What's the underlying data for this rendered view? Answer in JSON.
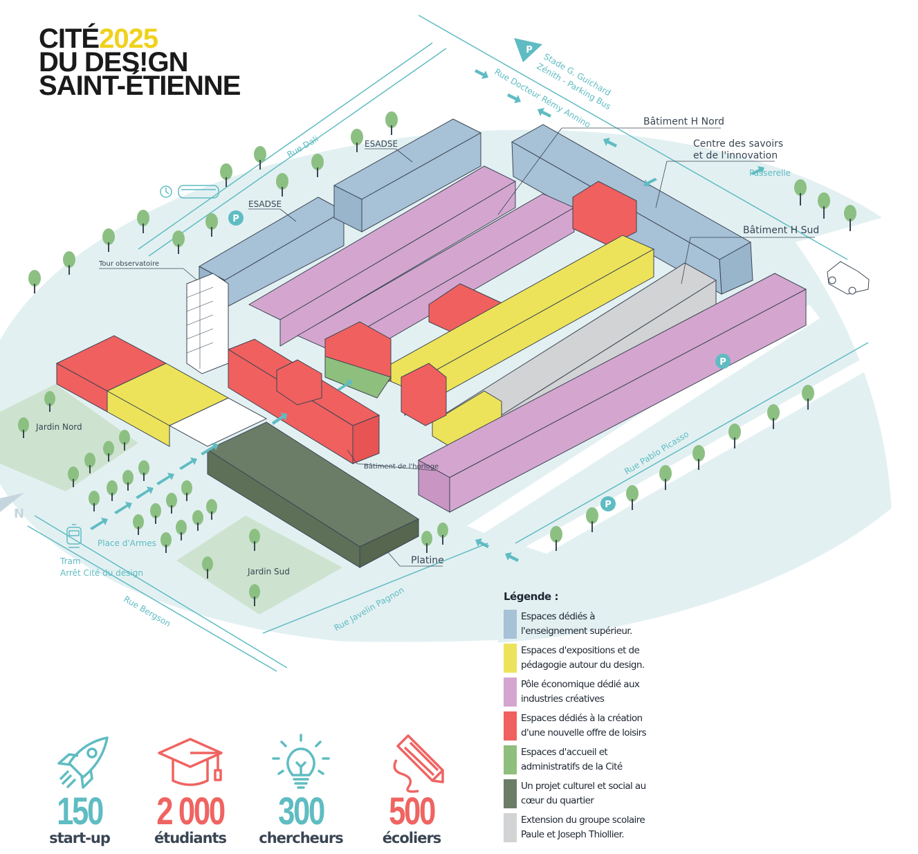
{
  "logo": {
    "line1_text": "CITÉ",
    "line1_year": "2025",
    "line2": "DU DES!GN",
    "line3": "SAINT-ÉTIENNE",
    "year_color": "#f0d11c"
  },
  "streets": {
    "docteur_remy_annino": "Rue Docteur Rémy Annino",
    "dali": "Rue Dali",
    "pablo_picasso": "Rue Pablo Picasso",
    "javelin_pagnon": "Rue Javelin Pagnon",
    "bergson": "Rue Bergson"
  },
  "places": {
    "parking_stade_line1": "Stade G. Guichard",
    "parking_stade_line2": "Zénith - Parking Bus",
    "passerelle": "Passerelle",
    "place_armes": "Place d'Armes",
    "tram_line1": "Tram",
    "tram_line2": "Arrêt Cité du design",
    "jardin_nord": "Jardin Nord",
    "jardin_sud": "Jardin Sud",
    "north": "N",
    "parking_symbol": "P"
  },
  "buildings": {
    "esadse_1": "ESADSE",
    "esadse_2": "ESADSE",
    "tour_observatoire": "Tour observatoire",
    "batiment_h_nord": "Bâtiment H Nord",
    "centre_savoirs_line1": "Centre des savoirs",
    "centre_savoirs_line2": "et de l'innovation",
    "batiment_h_sud": "Bâtiment H Sud",
    "batiment_horloge": "Bâtiment de l'horloge",
    "platine": "Platine"
  },
  "legend": {
    "title": "Légende :",
    "items": [
      {
        "color": "#a7c1d6",
        "text": "Espaces dédiés à\nl'enseignement supérieur."
      },
      {
        "color": "#ede35a",
        "text": "Espaces d'expositions et de\npédagogie autour du design."
      },
      {
        "color": "#d4a6cf",
        "text": "Pôle économique dédié aux\nindustries créatives"
      },
      {
        "color": "#f0605f",
        "text": "Espaces dédiés à la création\nd'une nouvelle offre de loisirs"
      },
      {
        "color": "#8fbf7c",
        "text": "Espaces d'accueil et\nadministratifs de la Cité"
      },
      {
        "color": "#6b7d66",
        "text": "Un projet culturel et social au\ncœur du quartier"
      },
      {
        "color": "#d2d3d4",
        "text": "Extension du groupe scolaire\nPaule et Joseph Thiollier."
      }
    ]
  },
  "stats": [
    {
      "icon": "rocket-icon",
      "value": "150",
      "label": "start-up",
      "color": "#5fbcc2"
    },
    {
      "icon": "graduation-cap-icon",
      "value": "2 000",
      "label": "étudiants",
      "color": "#ef6461"
    },
    {
      "icon": "lightbulb-icon",
      "value": "300",
      "label": "chercheurs",
      "color": "#5fbcc2"
    },
    {
      "icon": "pencil-icon",
      "value": "500",
      "label": "écoliers",
      "color": "#ef6461"
    }
  ],
  "colors": {
    "ground": "#e3f0f2",
    "accent_teal": "#5fbcc2",
    "tree": "#8cc083",
    "garden": "#cde3cf"
  }
}
